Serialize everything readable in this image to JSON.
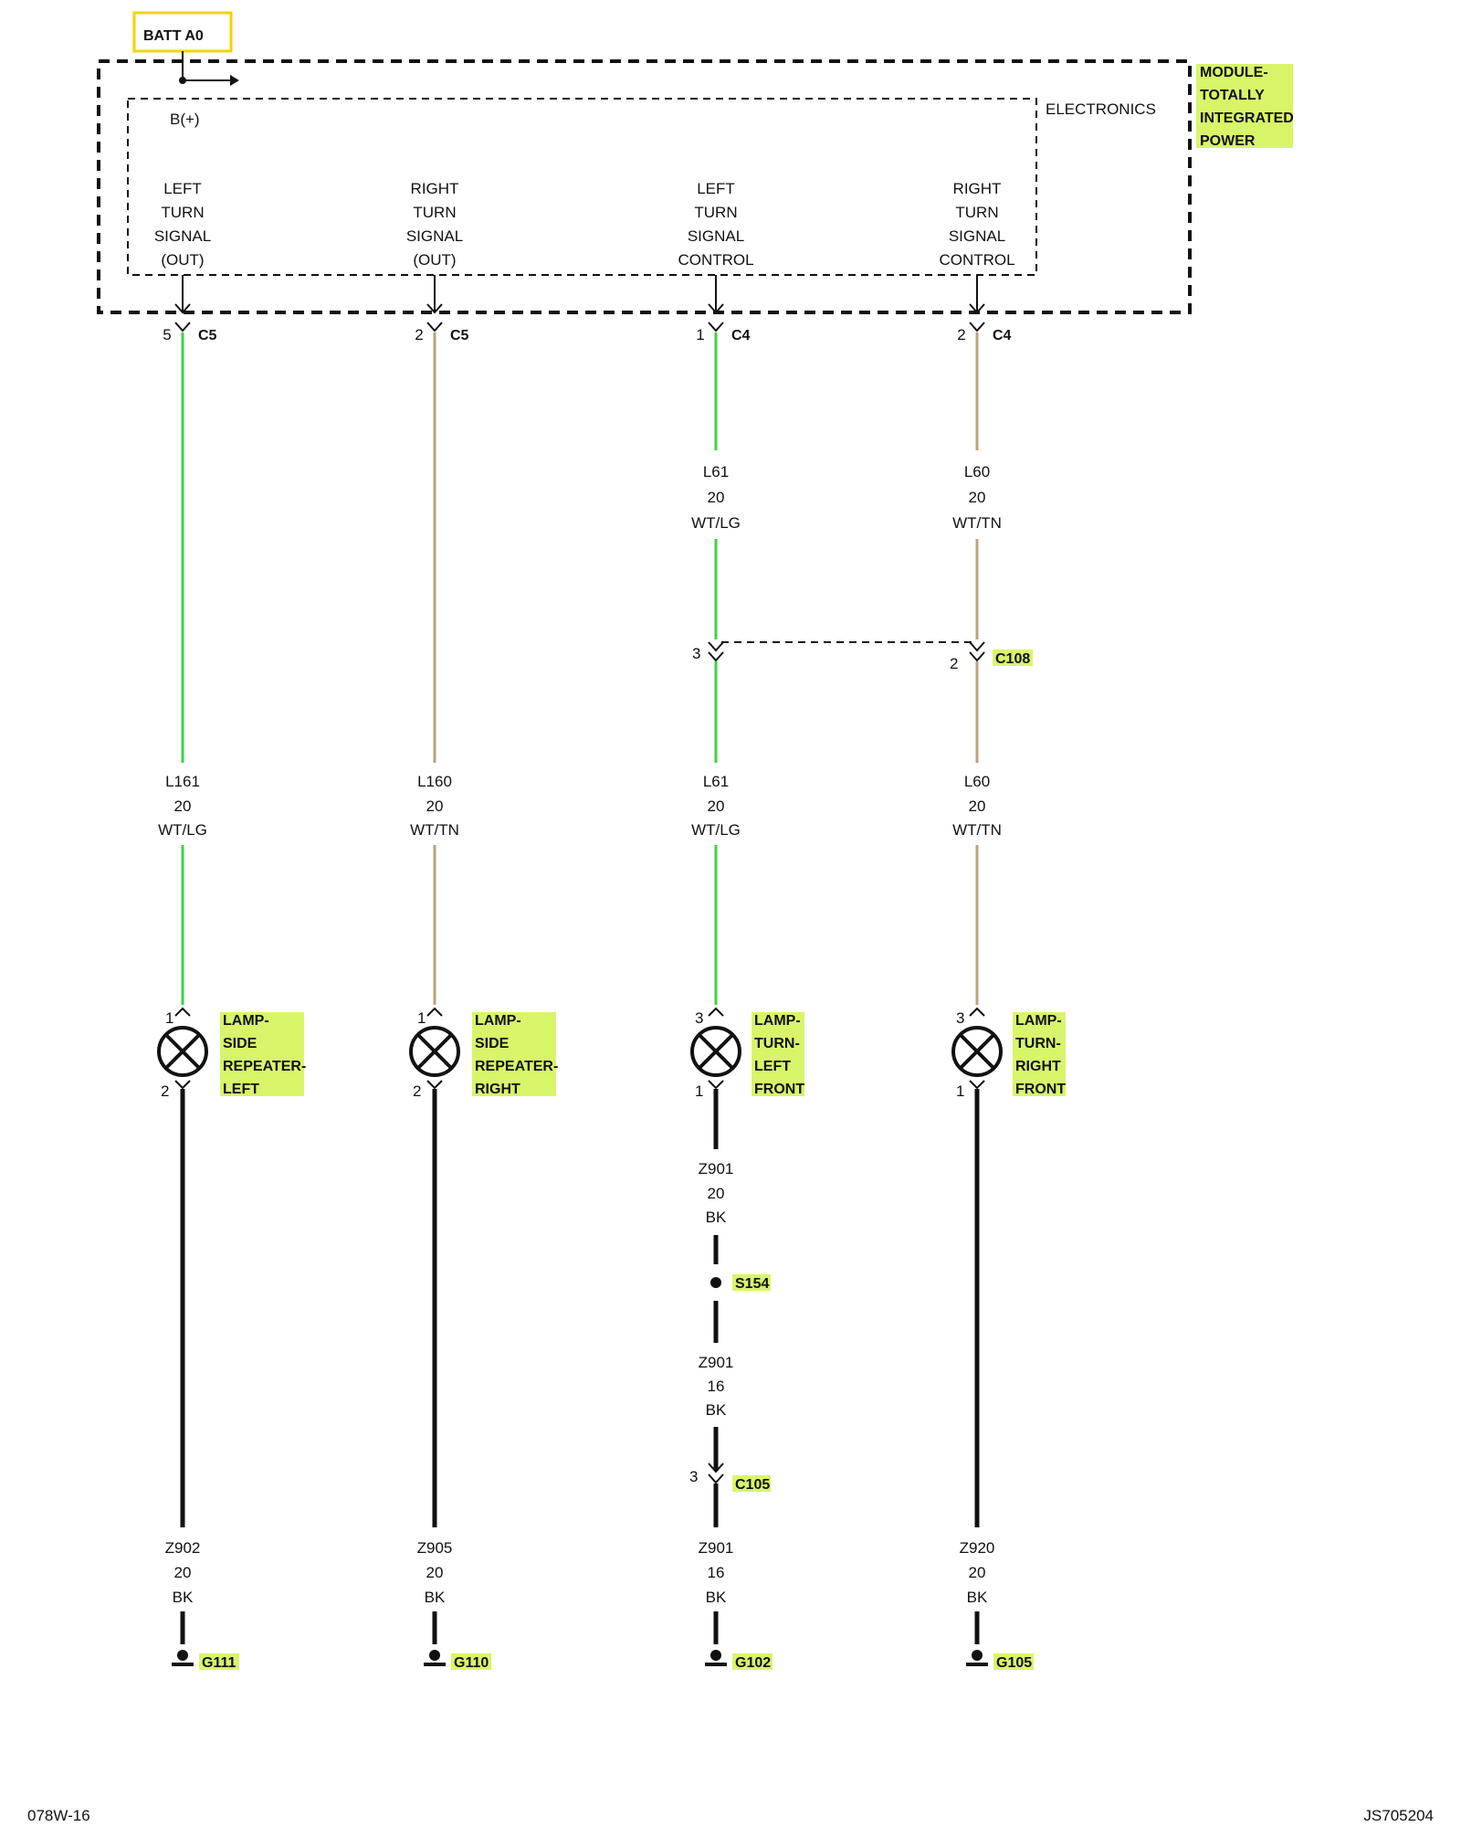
{
  "battery": {
    "label": "BATT A0",
    "terminal": "B(+)"
  },
  "module": {
    "name_lines": [
      "MODULE-",
      "TOTALLY",
      "INTEGRATED",
      "POWER"
    ],
    "inner_label": "ELECTRONICS"
  },
  "outputs": [
    {
      "lines": [
        "LEFT",
        "TURN",
        "SIGNAL",
        "(OUT)"
      ],
      "pin": "5",
      "connector": "C5"
    },
    {
      "lines": [
        "RIGHT",
        "TURN",
        "SIGNAL",
        "(OUT)"
      ],
      "pin": "2",
      "connector": "C5"
    },
    {
      "lines": [
        "LEFT",
        "TURN",
        "SIGNAL",
        "CONTROL"
      ],
      "pin": "1",
      "connector": "C4"
    },
    {
      "lines": [
        "RIGHT",
        "TURN",
        "SIGNAL",
        "CONTROL"
      ],
      "pin": "2",
      "connector": "C4"
    }
  ],
  "upper_wires": [
    {
      "circuit": "L61",
      "gauge": "20",
      "color": "WT/LG"
    },
    {
      "circuit": "L60",
      "gauge": "20",
      "color": "WT/TN"
    }
  ],
  "c108": {
    "name": "C108",
    "pin_left": "3",
    "pin_right": "2"
  },
  "mid_wires": [
    {
      "circuit": "L161",
      "gauge": "20",
      "color": "WT/LG"
    },
    {
      "circuit": "L160",
      "gauge": "20",
      "color": "WT/TN"
    },
    {
      "circuit": "L61",
      "gauge": "20",
      "color": "WT/LG"
    },
    {
      "circuit": "L60",
      "gauge": "20",
      "color": "WT/TN"
    }
  ],
  "lamps": [
    {
      "name_lines": [
        "LAMP-",
        "SIDE",
        "REPEATER-",
        "LEFT"
      ],
      "pin_top": "1",
      "pin_bottom": "2"
    },
    {
      "name_lines": [
        "LAMP-",
        "SIDE",
        "REPEATER-",
        "RIGHT"
      ],
      "pin_top": "1",
      "pin_bottom": "2"
    },
    {
      "name_lines": [
        "LAMP-",
        "TURN-",
        "LEFT",
        "FRONT"
      ],
      "pin_top": "3",
      "pin_bottom": "1"
    },
    {
      "name_lines": [
        "LAMP-",
        "TURN-",
        "RIGHT",
        "FRONT"
      ],
      "pin_top": "3",
      "pin_bottom": "1"
    }
  ],
  "splice_upper_wire": {
    "circuit": "Z901",
    "gauge": "20",
    "color": "BK"
  },
  "splice": {
    "name": "S154"
  },
  "splice_lower_wire": {
    "circuit": "Z901",
    "gauge": "16",
    "color": "BK"
  },
  "c105": {
    "name": "C105",
    "pin": "3"
  },
  "ground_wires": [
    {
      "circuit": "Z902",
      "gauge": "20",
      "color": "BK"
    },
    {
      "circuit": "Z905",
      "gauge": "20",
      "color": "BK"
    },
    {
      "circuit": "Z901",
      "gauge": "16",
      "color": "BK"
    },
    {
      "circuit": "Z920",
      "gauge": "20",
      "color": "BK"
    }
  ],
  "grounds": [
    "G111",
    "G110",
    "G102",
    "G105"
  ],
  "footer": {
    "left": "078W-16",
    "right": "JS705204"
  },
  "colors": {
    "green_wire": "#3fd33f",
    "tan_wire": "#b8a37a",
    "highlight": "#d8f56a",
    "battery_box": "#f2d400"
  }
}
